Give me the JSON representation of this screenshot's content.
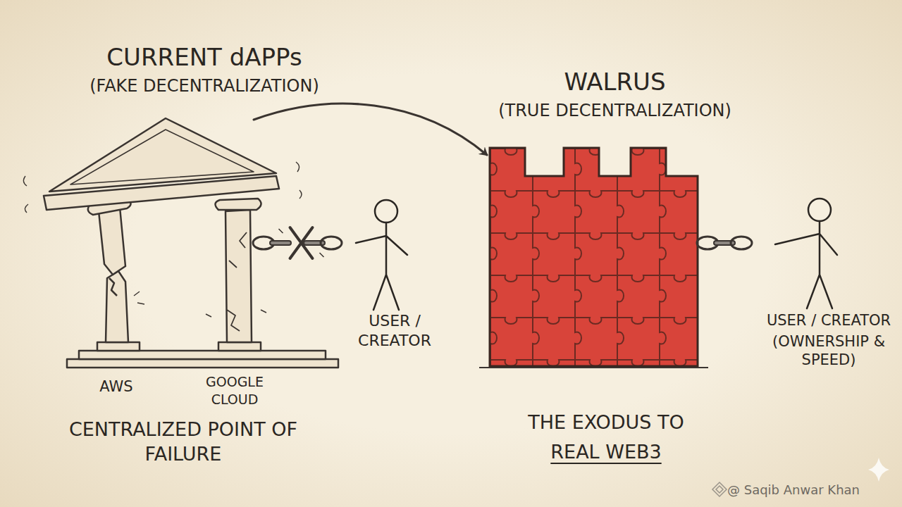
{
  "diagram": {
    "nodes": [
      {
        "text": [
          "CURRENT dAPPs",
          "(FAKE DECENTRALIZATION)"
        ]
      },
      {
        "text": [
          "USER / CREATOR"
        ]
      },
      {
        "text": [
          "WALRUS",
          "(TRUE DECENTRALIZATION)"
        ]
      },
      {
        "text": [
          "USER / CREATOR",
          "(OWNERSHIP & SPEED)"
        ]
      }
    ],
    "edges": [
      {
        "from": 0,
        "to": 1,
        "arrow": "none"
      },
      {
        "from": 0,
        "to": 2,
        "arrow": "to"
      },
      {
        "from": 2,
        "to": 3,
        "arrow": "none"
      }
    ],
    "labels": [
      "AWS",
      "GOOGLE CLOUD",
      "CENTRALIZED POINT OF FAILURE",
      "THE EXODUS TO",
      "REAL WEB3",
      "@ Saqib Anwar Khan"
    ]
  }
}
